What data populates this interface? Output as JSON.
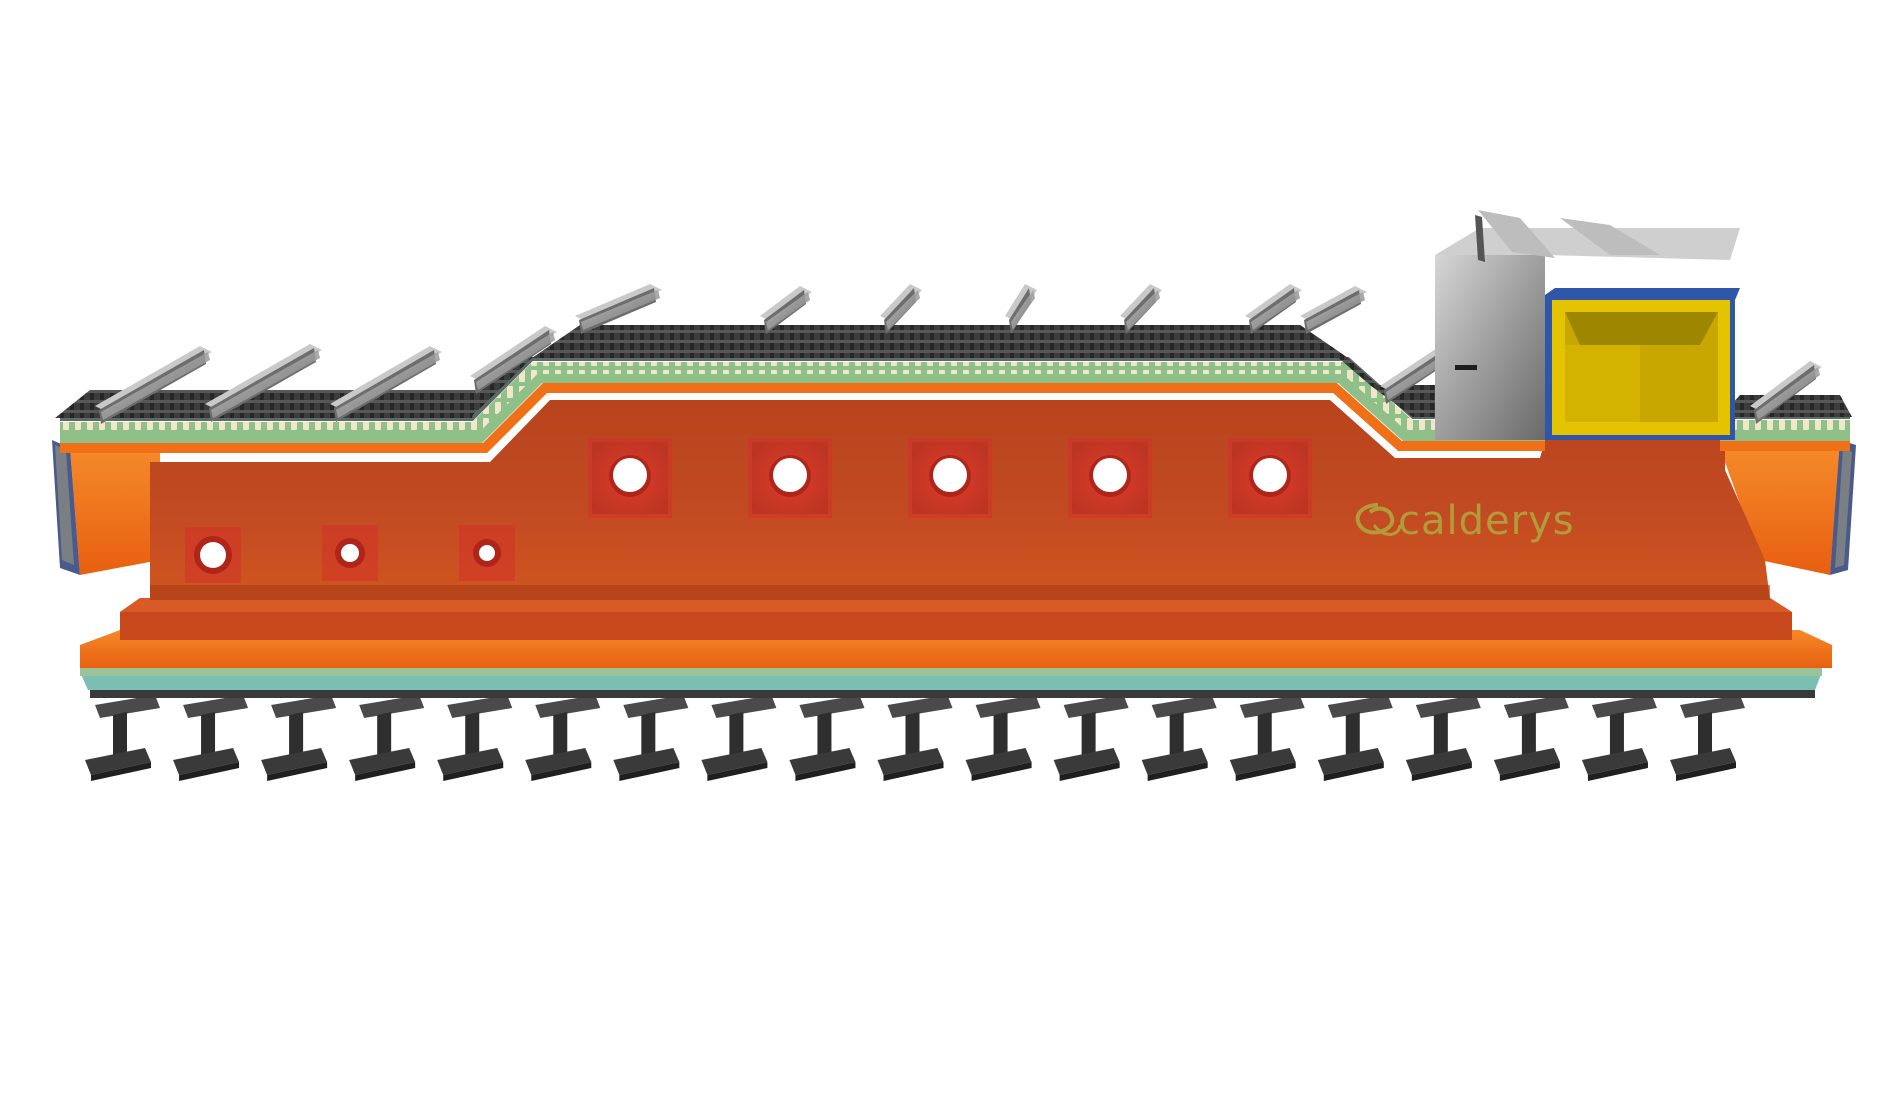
{
  "scene": {
    "description_hidden": "",
    "logo": {
      "text": "calderys",
      "color": "#b39b3a"
    },
    "colors": {
      "background": "#ffffff",
      "refractory_body": "#c24a22",
      "refractory_body_dark": "#a93a16",
      "refractory_hot_face": "#f07018",
      "insulation_green": "#8fc08a",
      "insulation_teal": "#7bbfb2",
      "steel_light": "#b8b8b8",
      "steel_dark": "#505050",
      "steel_edge": "#2b2b2b",
      "hollow_lining_yellow": "#e4c300",
      "anchor_tile": "#f0e6c8",
      "port_frame": "#d4322a"
    },
    "features": {
      "upper_ports": 5,
      "lower_ports": 3,
      "top_beams": 13,
      "bottom_supports": 19
    }
  }
}
